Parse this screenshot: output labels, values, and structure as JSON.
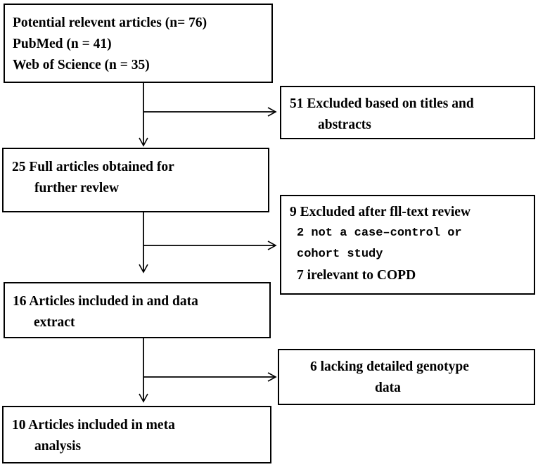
{
  "flowchart": {
    "source_box": {
      "lines": [
        "Potential relevent articles (n= 76)",
        "PubMed (n = 41)",
        "Web of Science (n = 35)"
      ]
    },
    "excluded_1": {
      "lines": [
        "51 Excluded based on titles and",
        "abstracts"
      ]
    },
    "full_articles": {
      "lines": [
        "25 Full articles obtained for",
        "further revlew"
      ]
    },
    "excluded_2": {
      "heading": "9 Excluded after fll-text review",
      "reasons": [
        "2 not a case–control or",
        "cohort study",
        "7 irelevant to COPD"
      ]
    },
    "included_extract": {
      "lines": [
        "16 Articles included in and data",
        "extract"
      ]
    },
    "excluded_3": {
      "lines": [
        "6 lacking detailed genotype",
        "data"
      ]
    },
    "meta_analysis": {
      "lines": [
        "10 Articles included in meta",
        "analysis"
      ]
    }
  },
  "colors": {
    "stroke": "#000000",
    "background": "#ffffff"
  }
}
